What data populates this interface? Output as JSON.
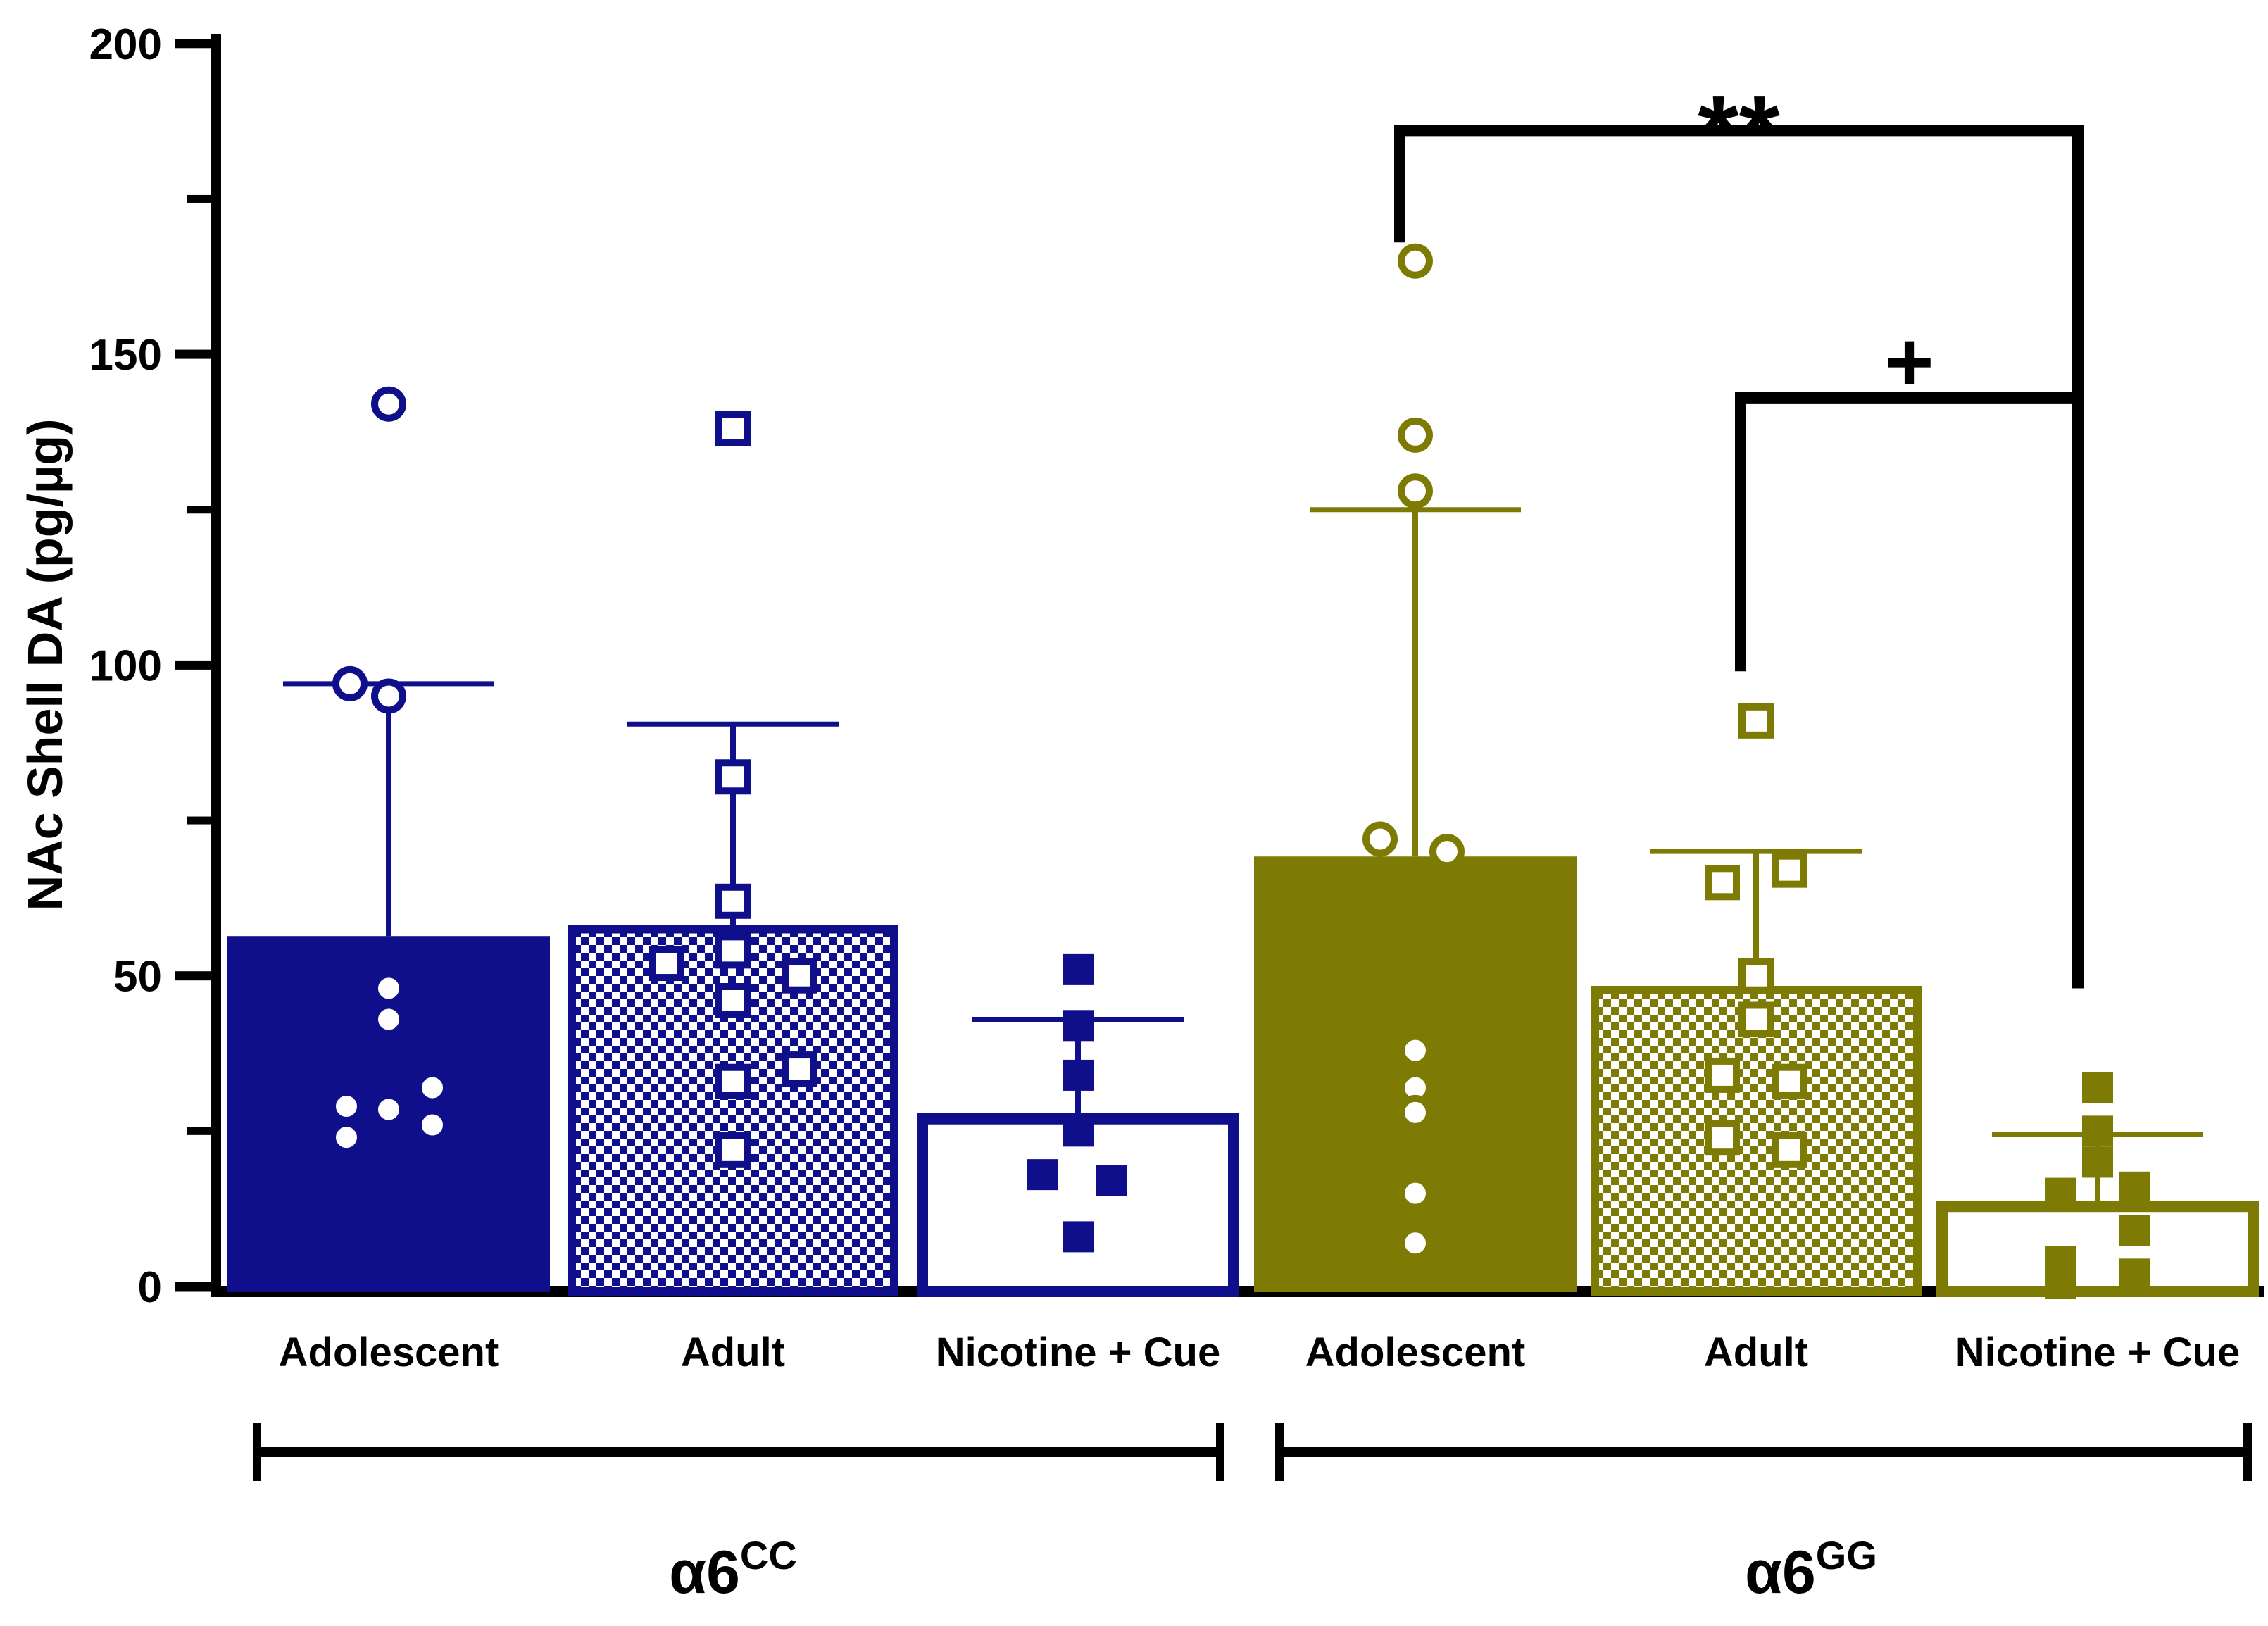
{
  "figure": {
    "background": "#ffffff",
    "accent_navy": "#0f0f8c",
    "accent_olive": "#7e7b04",
    "axis_color": "#000000"
  },
  "chart_data": {
    "type": "bar",
    "title": "",
    "xlabel": "",
    "ylabel": "NAc Shell DA (pg/µg)",
    "ylim": [
      0,
      200
    ],
    "ytick_major": [
      0,
      50,
      100,
      150,
      200
    ],
    "ytick_minor": [
      25,
      75,
      125,
      175
    ],
    "grid": false,
    "legend": null,
    "categories": [
      "Adolescent",
      "Adult",
      "Nicotine + Cue",
      "Adolescent",
      "Adult",
      "Nicotine + Cue"
    ],
    "genotype_groups": [
      {
        "label_base": "α6",
        "label_sup": "CC",
        "color": "#0f0f8c"
      },
      {
        "label_base": "α6",
        "label_sup": "GG",
        "color": "#7e7b04"
      }
    ],
    "bars": [
      {
        "category": "Adolescent",
        "genotype": "α6CC",
        "fill_style": "solid",
        "marker": "open-circle",
        "mean": 56.4,
        "errorbar_top": 97,
        "points": [
          142,
          97,
          95,
          48,
          43,
          32,
          29,
          28.5,
          26,
          24
        ],
        "jitter": [
          0,
          -55,
          0,
          0,
          0,
          62,
          -60,
          0,
          62,
          -60
        ]
      },
      {
        "category": "Adult",
        "genotype": "α6CC",
        "fill_style": "checker",
        "marker": "open-square",
        "mean": 57.5,
        "errorbar_top": 90.5,
        "points": [
          138,
          82,
          62,
          54,
          52,
          50,
          46,
          35,
          33,
          22
        ],
        "jitter": [
          0,
          0,
          0,
          0,
          -95,
          95,
          0,
          95,
          0,
          0
        ]
      },
      {
        "category": "Nicotine + Cue",
        "genotype": "α6CC",
        "fill_style": "open",
        "marker": "filled-square",
        "mean": 27.9,
        "errorbar_top": 43,
        "points": [
          51,
          42,
          34,
          25,
          18,
          17,
          8
        ],
        "jitter": [
          0,
          0,
          0,
          0,
          -50,
          48,
          0
        ]
      },
      {
        "category": "Adolescent",
        "genotype": "α6GG",
        "fill_style": "solid",
        "marker": "open-circle",
        "mean": 69.2,
        "errorbar_top": 125,
        "points": [
          165,
          137,
          128,
          72,
          70,
          38,
          32,
          28,
          15,
          7
        ],
        "jitter": [
          0,
          0,
          0,
          -50,
          45,
          0,
          0,
          0,
          0,
          0
        ]
      },
      {
        "category": "Adult",
        "genotype": "α6GG",
        "fill_style": "checker",
        "marker": "open-square",
        "mean": 47.7,
        "errorbar_top": 70,
        "points": [
          91,
          67,
          65,
          50,
          43,
          34,
          33,
          24,
          22
        ],
        "jitter": [
          0,
          48,
          -48,
          0,
          0,
          -48,
          48,
          -48,
          48
        ]
      },
      {
        "category": "Nicotine + Cue",
        "genotype": "α6GG",
        "fill_style": "open",
        "marker": "filled-square",
        "mean": 13.8,
        "errorbar_top": 24.5,
        "points": [
          32,
          25,
          20,
          16,
          15,
          9,
          4,
          2,
          0.5
        ],
        "jitter": [
          0,
          0,
          0,
          52,
          -52,
          52,
          -52,
          52,
          -52
        ]
      }
    ],
    "significance": [
      {
        "symbol": "**",
        "bar_from": 3,
        "bar_to": 5,
        "line_value": 186,
        "left_drop_value": 168,
        "right_drop_value": 48
      },
      {
        "symbol": "+",
        "bar_from": 4,
        "bar_to": 5,
        "line_value": 143,
        "left_drop_value": 99,
        "right_drop_value": 48
      }
    ]
  }
}
